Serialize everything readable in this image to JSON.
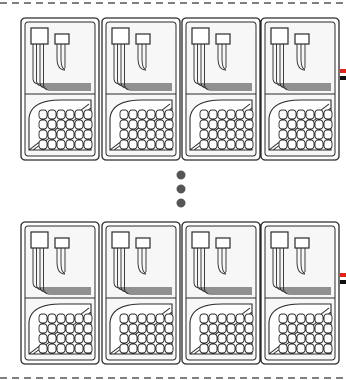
{
  "diagram": {
    "rows": [
      {
        "id": "top-row",
        "modules": 4
      },
      {
        "id": "bottom-row",
        "modules": 4
      }
    ],
    "ellipsis_dots": 3,
    "colors": {
      "outline": "#2a2a2a",
      "module_fill": "#ffffff",
      "inner_fill": "#f7f7f7",
      "dashed_border": "#555555",
      "dot": "#555555",
      "connector_red": "#e2231a",
      "connector_black": "#111111"
    }
  }
}
